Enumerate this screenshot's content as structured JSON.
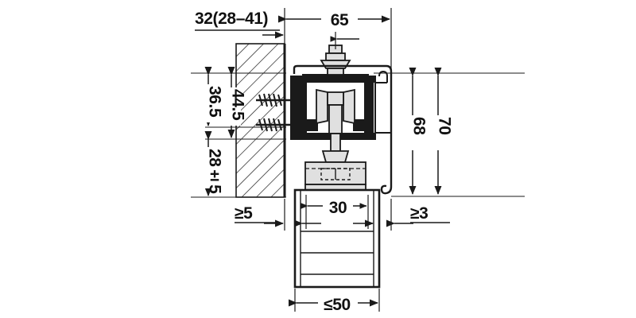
{
  "drawing": {
    "type": "technical-cross-section",
    "subject": "sliding door track and roller carriage mounted to wall",
    "units": "mm",
    "line_color": "#1a1a1a",
    "fill_light": "#e8e8e8",
    "fill_mid": "#d0d0d0",
    "fill_dark": "#1a1a1a",
    "background": "#ffffff"
  },
  "dimensions": {
    "wall_offset": "32(28–41)",
    "track_width": "65",
    "upper_screw_height": "36.5",
    "lower_screw_height": "44.5",
    "bottom_gap": "28±5",
    "cover_height": "68",
    "overall_height": "70",
    "door_thickness": "30",
    "left_clearance": "≥5",
    "right_clearance": "≥3",
    "panel_max_width": "≤50"
  },
  "parts": {
    "wall": "hatched-wall-section",
    "screw_upper": "countersunk-wood-screw",
    "screw_lower": "countersunk-wood-screw",
    "track": "aluminium-track-profile",
    "roller_left": "angled-roller",
    "roller_right": "angled-roller",
    "stem": "carriage-stem-bolt",
    "top_bolt": "hex-head-adjustment-bolt",
    "nut": "hex-lock-nut",
    "bracket": "door-mounting-bracket",
    "cover": "fascia-cover-panel",
    "door": "door-panel"
  }
}
